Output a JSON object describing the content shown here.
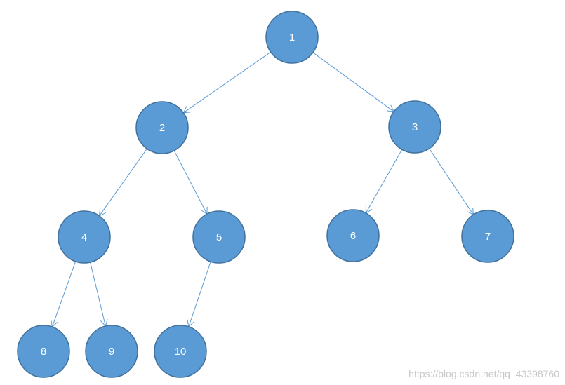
{
  "diagram": {
    "colors": {
      "node_fill": "#5b9bd5",
      "node_stroke": "#41719c",
      "edge": "#5b9bd5",
      "label": "#ffffff"
    },
    "nodes": [
      {
        "id": "n1",
        "label": "1"
      },
      {
        "id": "n2",
        "label": "2"
      },
      {
        "id": "n3",
        "label": "3"
      },
      {
        "id": "n4",
        "label": "4"
      },
      {
        "id": "n5",
        "label": "5"
      },
      {
        "id": "n6",
        "label": "6"
      },
      {
        "id": "n7",
        "label": "7"
      },
      {
        "id": "n8",
        "label": "8"
      },
      {
        "id": "n9",
        "label": "9"
      },
      {
        "id": "n10",
        "label": "10"
      }
    ],
    "edges": [
      {
        "from": "n1",
        "to": "n2"
      },
      {
        "from": "n1",
        "to": "n3"
      },
      {
        "from": "n2",
        "to": "n4"
      },
      {
        "from": "n2",
        "to": "n5"
      },
      {
        "from": "n3",
        "to": "n6"
      },
      {
        "from": "n3",
        "to": "n7"
      },
      {
        "from": "n4",
        "to": "n8"
      },
      {
        "from": "n4",
        "to": "n9"
      },
      {
        "from": "n5",
        "to": "n10"
      }
    ]
  },
  "watermark": "https://blog.csdn.net/qq_43398760"
}
